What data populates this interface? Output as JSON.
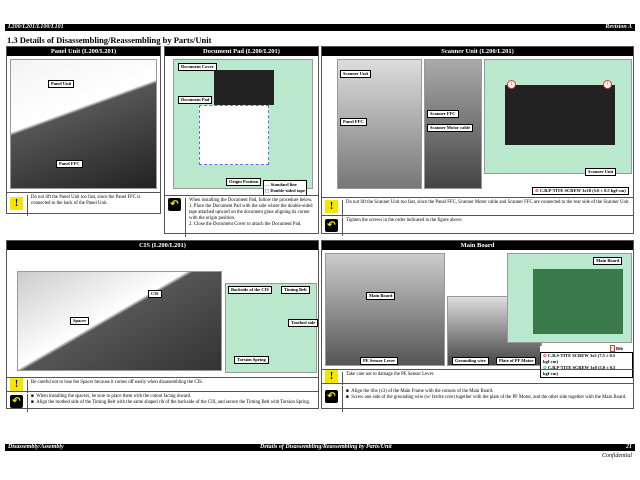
{
  "header": {
    "left": "L200/L201/L100/L101",
    "right": "Revision A"
  },
  "title": "1.3  Details of Disassembling/Reassembling by Parts/Unit",
  "panel_unit": {
    "heading": "Panel Unit (L200/L201)",
    "labels": [
      "Panel Unit",
      "Panel FFC"
    ],
    "caution": "Do not lift the Panel Unit too fast, since the Panel FFC is connected to the back of the Panel Unit."
  },
  "document_pad": {
    "heading": "Document Pad (L200/L201)",
    "labels": [
      "Document Cover",
      "Document Pad",
      "Origin Position"
    ],
    "legend": [
      "Standard line",
      "Double-sided tape"
    ],
    "tip_intro": "When installing the Document Pad, follow the procedure below.",
    "steps": [
      "1.  Place the Document Pad with the side where the double-sided tape attached upward on the document glass aligning its corner with the origin position.",
      "2.  Close the Document Cover to attach the Document Pad."
    ]
  },
  "scanner_unit": {
    "heading": "Scanner Unit (L200/L201)",
    "labels": [
      "Scanner Unit",
      "Scanner FFC",
      "Panel FFC",
      "Scanner Motor cable",
      "Scanner Unit"
    ],
    "screw": "C.B.P-TITE SCREW 3x10 (5.0 ± 0.5 kgf·cm)",
    "caution": "Do not lift the Scanner Unit too fast, since the Panel FFC, Scanner Motor cable and Scanner FFC are connected to the rear side of the Scanner Unit.",
    "tip": "Tighten the screws in the order indicated in the figure above."
  },
  "cis": {
    "heading": "CIS (L200/L201)",
    "labels": [
      "CIS",
      "Spacer",
      "Backside of the CIS",
      "Timing Belt",
      "Toothed side",
      "Torsion Spring"
    ],
    "caution": "Be careful not to lose the Spacer because it comes off easily when disassembling the CIS.",
    "tips": [
      "When installing the spacers, be sure to place them with the cutout facing inward.",
      "Align the toothed side of the Timing Belt with the same shaped rib of the backside of the CIS, and secure the Timing Belt with Torsion Spring."
    ]
  },
  "main_board": {
    "heading": "Main Board",
    "labels": [
      "Main Board",
      "Main Board",
      "PE Sensor Lever",
      "Grounding wire",
      "Plate of PF Motor"
    ],
    "legend": [
      "Rib",
      "C.B.S-TITE SCREW 3x5 (7.5 ± 0.5 kgf·cm)",
      "C.B.P-TITE SCREW 3x8 (5.0 ± 0.5 kgf·cm)"
    ],
    "caution": "Take care not to damage the PE Sensor Lever.",
    "tips": [
      "Align the ribs (x3) of the Main Frame with the cutouts of the Main Board.",
      "Screw one side of the grounding wire (w/ ferrite core) together with the plate of the PF Motor, and the other side together with the Main Board."
    ]
  },
  "footer": {
    "left": "Disassembly/Assembly",
    "center": "Details of Disassembling/Reassembling by Parts/Unit",
    "page": "21",
    "confidential": "Confidential"
  },
  "colors": {
    "photo_green": "#b9e8cc",
    "caution": "#f5e600"
  }
}
